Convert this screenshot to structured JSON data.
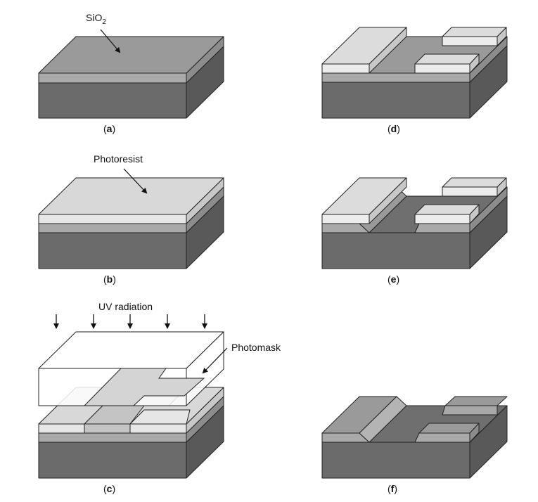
{
  "labels": {
    "sio2_main": "SiO",
    "sio2_sub": "2",
    "photoresist": "Photoresist",
    "uv_radiation": "UV radiation",
    "photomask": "Photomask"
  },
  "panels": [
    {
      "open": "(",
      "letter": "a",
      "close": ")"
    },
    {
      "open": "(",
      "letter": "b",
      "close": ")"
    },
    {
      "open": "(",
      "letter": "c",
      "close": ")"
    },
    {
      "open": "(",
      "letter": "d",
      "close": ")"
    },
    {
      "open": "(",
      "letter": "e",
      "close": ")"
    },
    {
      "open": "(",
      "letter": "f",
      "close": ")"
    }
  ],
  "colors": {
    "substrate_front": "#6b6b6b",
    "substrate_side": "#595959",
    "oxide": "#a9a9a9",
    "oxide_top": "#9a9a9a",
    "resist": "#e6e6e6",
    "resist_top": "#d8d8d8",
    "exposed": "#c4c4c4",
    "mask": "#ffffff",
    "outline": "#222222"
  }
}
